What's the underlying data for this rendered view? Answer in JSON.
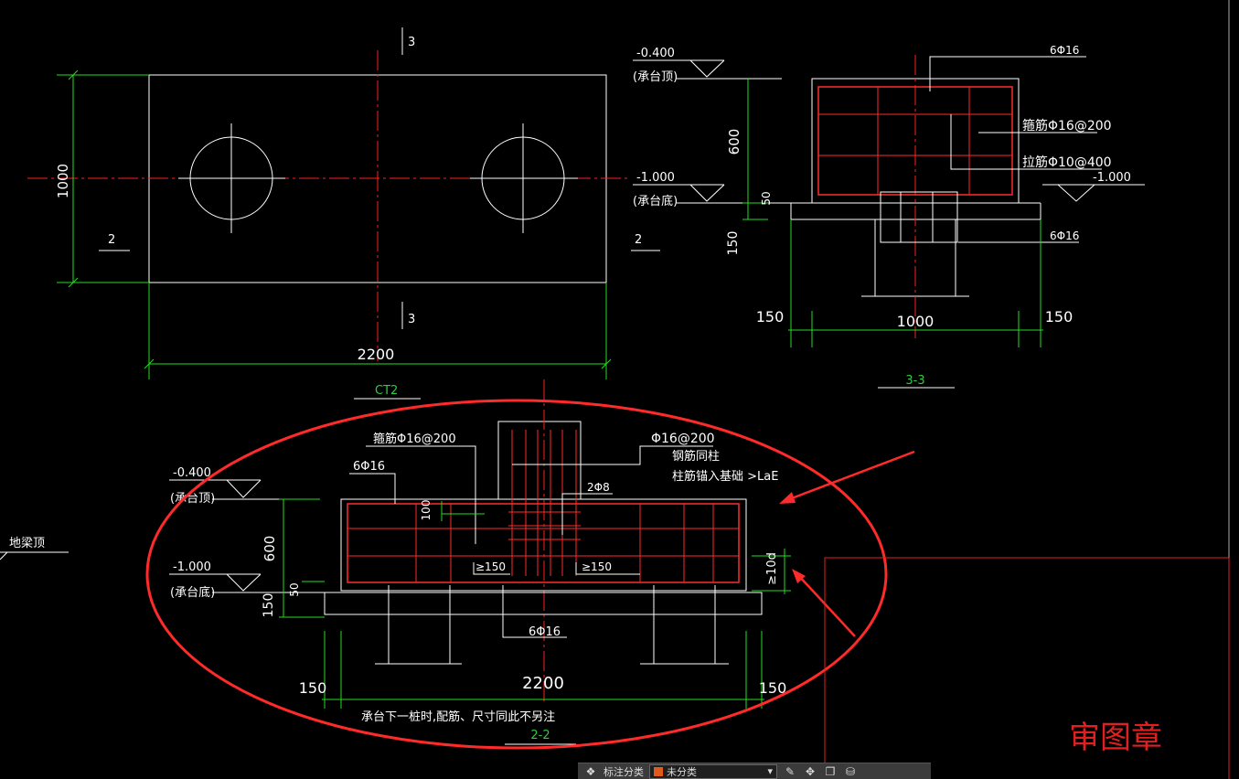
{
  "colors": {
    "line": "#ffffff",
    "center": "#ff2020",
    "dim": "#22dd22",
    "annot": "#ff2a2a",
    "text": "#ffffff",
    "green_text": "#2ecc40",
    "ref": "#e02020"
  },
  "plan": {
    "dim_width": "2200",
    "dim_height": "1000",
    "sec3_top": "3",
    "sec3_bottom": "3",
    "sec2_left": "2",
    "sec2_right": "2",
    "title": "CT2"
  },
  "section33": {
    "label_top": "-0.400",
    "label_top_note": "(承台顶)",
    "label_bottom": "-1.000",
    "label_bottom_note": "(承台底)",
    "label_right": "-1.000",
    "dim_600": "600",
    "dim_50": "50",
    "dim_150": "150",
    "top_bars": "6Φ16",
    "stirrup": "箍筋Φ16@200",
    "tie": "拉筋Φ10@400",
    "bottom_bars": "6Φ16",
    "dim_left": "150",
    "dim_mid": "1000",
    "dim_right": "150",
    "title": "3-3"
  },
  "section22": {
    "label_top": "-0.400",
    "label_top_note": "(承台顶)",
    "label_bottom": "-1.000",
    "label_bottom_note": "(承台底)",
    "beam_top": "地梁顶",
    "dim_600": "600",
    "dim_50": "50",
    "dim_150": "150",
    "dim_100": "100",
    "stirrup": "箍筋Φ16@200",
    "top_bars": "6Φ16",
    "col_stirrup": "Φ16@200",
    "col_note1": "钢筋同柱",
    "col_note2": "柱筋锚入基础 >LaE",
    "tie": "2Φ8",
    "ge150a": "≥150",
    "ge150b": "≥150",
    "ge10d": "≥10d",
    "bottom_bars": "6Φ16",
    "dim_left": "150",
    "dim_mid": "2200",
    "dim_right": "150",
    "note": "承台下一桩时,配筋、尺寸同此不另注",
    "title": "2-2"
  },
  "stamp": "审图章",
  "toolbar": {
    "layer_label": "标注分类",
    "layer_value": "未分类"
  }
}
